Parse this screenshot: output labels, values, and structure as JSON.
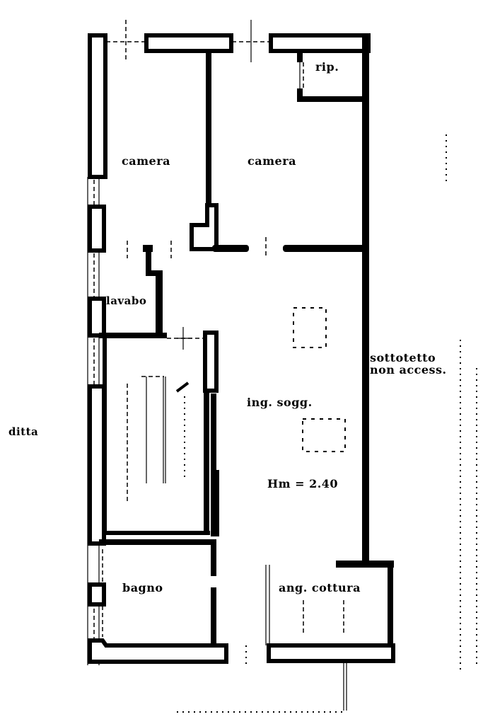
{
  "plan": {
    "type": "floor-plan",
    "style": "black-and-white architectural drawing",
    "colors": {
      "line": "#000000",
      "background": "#ffffff"
    }
  },
  "rooms": {
    "camera_left": "camera",
    "camera_right": "camera",
    "ripostiglio": "rip.",
    "lavabo": "lavabo",
    "soggiorno": "ing. sogg.",
    "bagno": "bagno",
    "angolo_cottura": "ang. cottura"
  },
  "annotations": {
    "height": "Hm  = 2.40",
    "attic_line1": "sottotetto",
    "attic_line2": "non access.",
    "neighbor": "ditta"
  }
}
